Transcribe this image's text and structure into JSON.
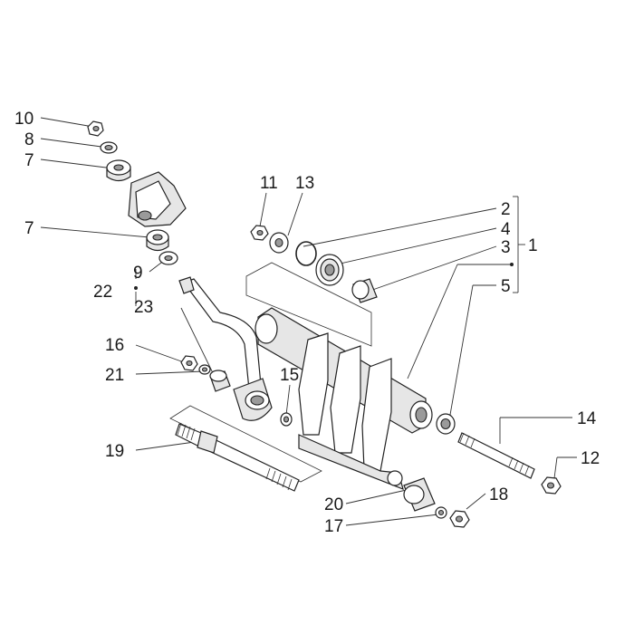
{
  "callouts": [
    {
      "id": "c10",
      "text": "10"
    },
    {
      "id": "c8",
      "text": "8"
    },
    {
      "id": "c7a",
      "text": "7"
    },
    {
      "id": "c7b",
      "text": "7"
    },
    {
      "id": "c9",
      "text": "9"
    },
    {
      "id": "c22",
      "text": "22"
    },
    {
      "id": "c23",
      "text": "23"
    },
    {
      "id": "c16",
      "text": "16"
    },
    {
      "id": "c21",
      "text": "21"
    },
    {
      "id": "c19",
      "text": "19"
    },
    {
      "id": "c11",
      "text": "11"
    },
    {
      "id": "c13",
      "text": "13"
    },
    {
      "id": "c2",
      "text": "2"
    },
    {
      "id": "c4",
      "text": "4"
    },
    {
      "id": "c3",
      "text": "3"
    },
    {
      "id": "c1",
      "text": "1"
    },
    {
      "id": "c5",
      "text": "5"
    },
    {
      "id": "c15",
      "text": "15"
    },
    {
      "id": "c14",
      "text": "14"
    },
    {
      "id": "c12",
      "text": "12"
    },
    {
      "id": "c20",
      "text": "20"
    },
    {
      "id": "c18",
      "text": "18"
    },
    {
      "id": "c17",
      "text": "17"
    }
  ]
}
